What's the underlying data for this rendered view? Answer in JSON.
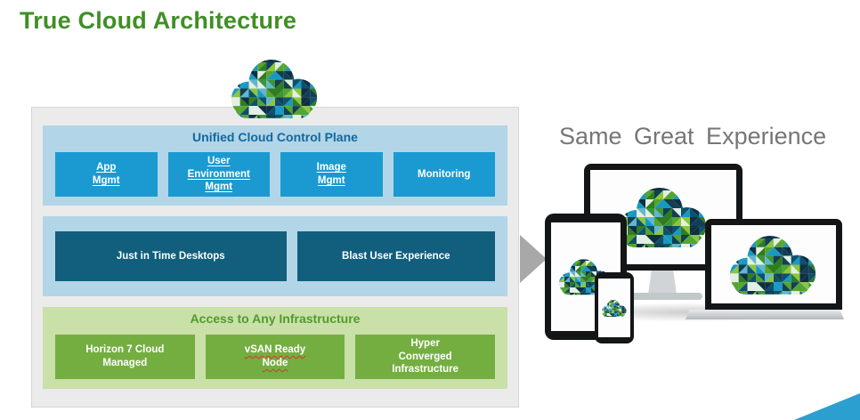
{
  "title": "True Cloud Architecture",
  "control_plane": {
    "title": "Unified Cloud Control Plane",
    "boxes": [
      {
        "label": "App Mgmt"
      },
      {
        "label": "User Environment Mgmt"
      },
      {
        "label": "Image Mgmt"
      },
      {
        "label": "Monitoring"
      }
    ]
  },
  "middle": {
    "boxes": [
      {
        "label": "Just in Time Desktops"
      },
      {
        "label": "Blast User Experience"
      }
    ]
  },
  "infrastructure": {
    "title": "Access to Any Infrastructure",
    "boxes": [
      {
        "label": "Horizon 7 Cloud Managed"
      },
      {
        "label": "vSAN Ready Node"
      },
      {
        "label": "Hyper Converged Infrastructure"
      }
    ]
  },
  "right": {
    "heading": "Same Great Experience"
  },
  "icons": {
    "cloud": "cloud-mosaic-icon",
    "arrow": "right-arrow-icon"
  },
  "colors": {
    "title_green": "#3f8f25",
    "band_blue": "#b2d5e7",
    "band_green": "#c9e0a8",
    "box_blue": "#1b9ad2",
    "box_dark_blue": "#115e7d",
    "box_green": "#74ae41",
    "control_plane_title_blue": "#1268a0",
    "infrastructure_title_green": "#4f9b2a",
    "arrow_gray": "#a8a8a8",
    "heading_gray": "#767676",
    "corner_blue": "#2b9fd0"
  }
}
